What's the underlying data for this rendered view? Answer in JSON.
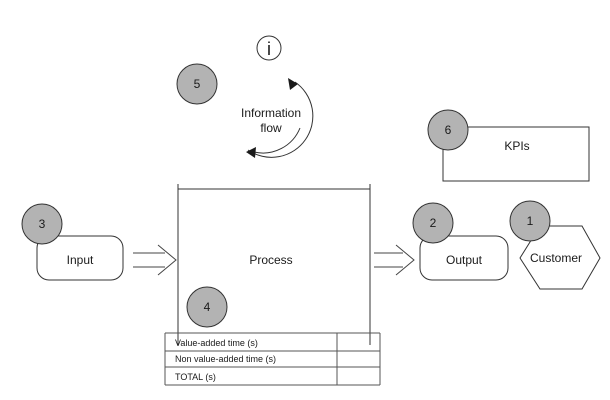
{
  "info_icon": {
    "glyph": "i",
    "icon": "info-icon"
  },
  "information_flow": {
    "line1": "Information",
    "line2": "flow"
  },
  "kpis": {
    "label": "KPIs"
  },
  "input": {
    "label": "Input"
  },
  "process": {
    "label": "Process"
  },
  "output": {
    "label": "Output"
  },
  "customer": {
    "label": "Customer"
  },
  "badges": {
    "b1": "1",
    "b2": "2",
    "b3": "3",
    "b4": "4",
    "b5": "5",
    "b6": "6"
  },
  "timeline_table": {
    "rows": [
      "Value-added time (s)",
      "Non value-added time (s)",
      "TOTAL (s)"
    ]
  },
  "colors": {
    "badge_fill": "#b3b3b3",
    "stroke": "#3a3a3a"
  }
}
